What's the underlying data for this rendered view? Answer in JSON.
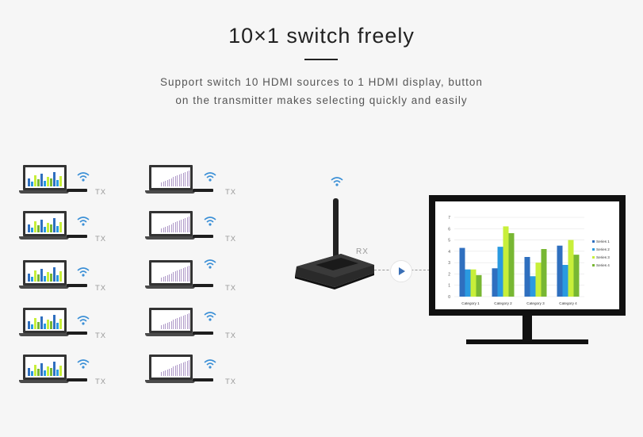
{
  "heading": {
    "title": "10×1 switch freely",
    "subtitle_line1": "Support switch 10 HDMI sources to 1 HDMI display, button",
    "subtitle_line2": "on the transmitter makes selecting quickly and easily"
  },
  "transmitters": {
    "label": "TX",
    "count": 10
  },
  "receiver": {
    "label": "RX"
  },
  "colors": {
    "wifi": "#3a8fd6",
    "series1": "#2f6fbf",
    "series2": "#2a9ae0",
    "series3": "#c8ef3a",
    "series4": "#78b733",
    "purple_bars": "#b09ac9"
  },
  "icons": [
    "wifi-icon",
    "play-arrow-icon"
  ],
  "chart_data": {
    "type": "bar",
    "categories": [
      "Category 1",
      "Category 2",
      "Category 3",
      "Category 4"
    ],
    "series": [
      {
        "name": "Series 1",
        "values": [
          4.3,
          2.5,
          3.5,
          4.5
        ]
      },
      {
        "name": "Series 2",
        "values": [
          2.4,
          4.4,
          1.8,
          2.8
        ]
      },
      {
        "name": "Series 3",
        "values": [
          2.4,
          6.2,
          3.0,
          5.0
        ]
      },
      {
        "name": "Series 4",
        "values": [
          1.9,
          5.6,
          4.2,
          3.7
        ]
      }
    ],
    "yticks": [
      "7",
      "6",
      "5",
      "4",
      "3",
      "2",
      "1",
      "0"
    ],
    "ylim": [
      0,
      7
    ],
    "legend_position": "right"
  }
}
